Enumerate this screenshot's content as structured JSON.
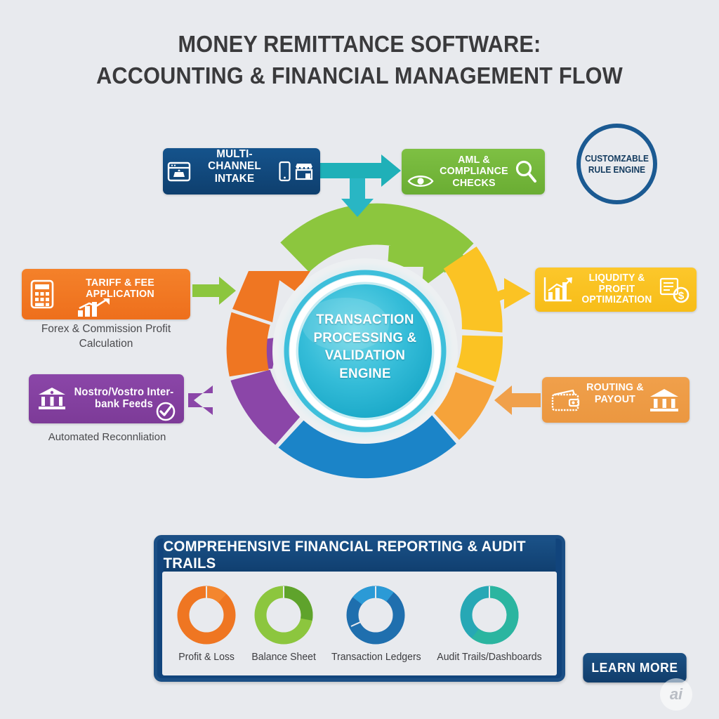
{
  "page": {
    "background_color": "#e8eaee",
    "title_line1": "MONEY REMITTANCE SOFTWARE:",
    "title_line2": "ACCOUNTING & FINANCIAL MANAGEMENT FLOW"
  },
  "nodes": {
    "intake": {
      "label": "MULTI-CHANNEL INTAKE",
      "color": "#15538c",
      "icons": [
        "browser-window-icon",
        "mobile-phone-icon",
        "storefront-icon"
      ]
    },
    "aml": {
      "label": "AML & COMPLIANCE CHECKS",
      "color": "#7ec043",
      "icons": [
        "eye-icon",
        "magnifier-icon"
      ]
    },
    "rule_engine": {
      "label": "CUSTOMZABLE RULE ENGINE",
      "color": "#1b5a92"
    },
    "tariff": {
      "label": "TARIFF & FEE APPLICATION",
      "caption": "Forex & Commission Profit Calculation",
      "color": "#f4812a",
      "icons": [
        "calculator-icon",
        "growth-chart-icon"
      ]
    },
    "nostro": {
      "label": "Nostro/Vostro Inter-bank Feeds",
      "caption": "Automated Reconnliation",
      "color": "#8b46a8",
      "icons": [
        "bank-icon",
        "check-circle-icon"
      ]
    },
    "liquidity": {
      "label": "LIQUDITY & PROFIT OPTIMIZATION",
      "color": "#fcc72b",
      "icons": [
        "bar-chart-growth-icon",
        "money-document-icon"
      ]
    },
    "routing": {
      "label": "ROUTING & PAYOUT",
      "color": "#f0a04b",
      "icons": [
        "wallet-icon",
        "bank-icon"
      ]
    },
    "hub": {
      "label": "TRANSACTION PROCESSING & VALIDATION ENGINE",
      "color": "#2ab6d3"
    }
  },
  "ring_segments": [
    {
      "name": "green-top",
      "color": "#8cc63e"
    },
    {
      "name": "yellow-upper-right",
      "color": "#fbc324"
    },
    {
      "name": "orange-right",
      "color": "#f5a councils"
    },
    {
      "name": "blue-bottom",
      "color": "#1b84c8"
    },
    {
      "name": "purple-left-lower",
      "color": "#8b46a8"
    },
    {
      "name": "orange-left-upper",
      "color": "#ef7622"
    }
  ],
  "connectors": {
    "intake_to_aml": "teal-tee-arrow",
    "tariff_to_ring": "green-arrow-right",
    "ring_to_liquidity": "yellow-curved-arrow-right",
    "routing_to_ring": "orange-arrow-left",
    "ring_to_nostro": "purple-arrow-left"
  },
  "panel": {
    "title": "COMPREHENSIVE FINANCIAL REPORTING & AUDIT TRAILS",
    "items": [
      {
        "label": "Profit & Loss"
      },
      {
        "label": "Balance Sheet"
      },
      {
        "label": "Transaction Ledgers"
      },
      {
        "label": "Audit Trails/Dashboards"
      }
    ]
  },
  "cta": {
    "label": "LEARN MORE",
    "color": "#1b5184"
  },
  "watermark": {
    "text": "ai"
  },
  "chart_data": {
    "type": "pie",
    "title": "COMPREHENSIVE FINANCIAL REPORTING & AUDIT TRAILS",
    "layout": "four donut charts in a row",
    "charts": [
      {
        "label": "Profit & Loss",
        "segments": [
          {
            "value": 88,
            "color": "#ef7622"
          },
          {
            "value": 12,
            "color": "#f4862e"
          }
        ]
      },
      {
        "label": "Balance Sheet",
        "segments": [
          {
            "value": 72,
            "color": "#8cc63e"
          },
          {
            "value": 28,
            "color": "#5fa32c"
          }
        ]
      },
      {
        "label": "Transaction Ledgers",
        "segments": [
          {
            "value": 35,
            "color": "#1f6fae"
          },
          {
            "value": 33,
            "color": "#1b84c8"
          },
          {
            "value": 32,
            "color": "#2b9ad6"
          }
        ]
      },
      {
        "label": "Audit Trails/Dashboards",
        "segments": [
          {
            "value": 60,
            "color": "#2bb5a0"
          },
          {
            "value": 40,
            "color": "#27a8b5"
          }
        ]
      }
    ]
  }
}
